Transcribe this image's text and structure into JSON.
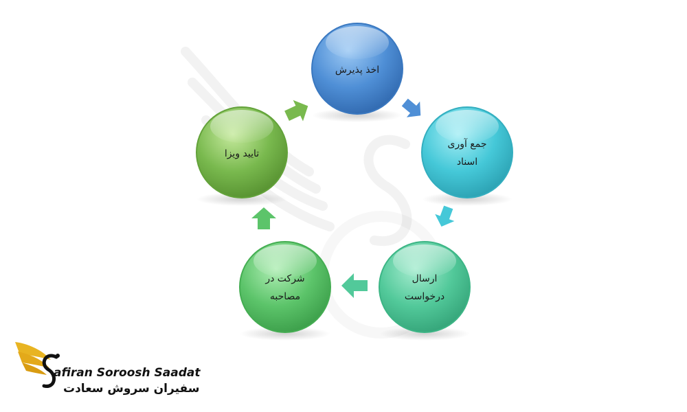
{
  "steps": [
    {
      "id": "reception",
      "lines": [
        "اخذ پذیرش"
      ],
      "color": "#4f8fd6"
    },
    {
      "id": "documents",
      "lines": [
        "جمع آوری",
        "اسناد"
      ],
      "color": "#45c8d8"
    },
    {
      "id": "request",
      "lines": [
        "ارسال",
        "درخواست"
      ],
      "color": "#52c99a"
    },
    {
      "id": "interview",
      "lines": [
        "شرکت در",
        "مصاحبه"
      ],
      "color": "#5cc46a"
    },
    {
      "id": "approval",
      "lines": [
        "تایید ویزا"
      ],
      "color": "#79b94e"
    }
  ],
  "logo": {
    "name_en": "afiran Soroosh Saadat",
    "name_fa": "سفیران سروش سعادت",
    "accent": "#e8b422"
  }
}
